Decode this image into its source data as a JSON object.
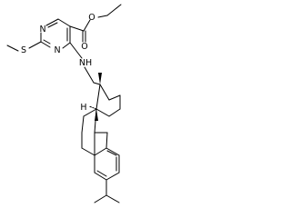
{
  "molecule": {
    "atoms": {
      "ester_o_top": "O",
      "ester_o_right": "O",
      "ring_n_left": "N",
      "ring_n_right": "N",
      "thio_s": "S",
      "amine_nh": "NH",
      "stereo_h": "H"
    },
    "colors": {
      "bond": "#000000",
      "label": "#000000",
      "background": "#ffffff"
    }
  }
}
